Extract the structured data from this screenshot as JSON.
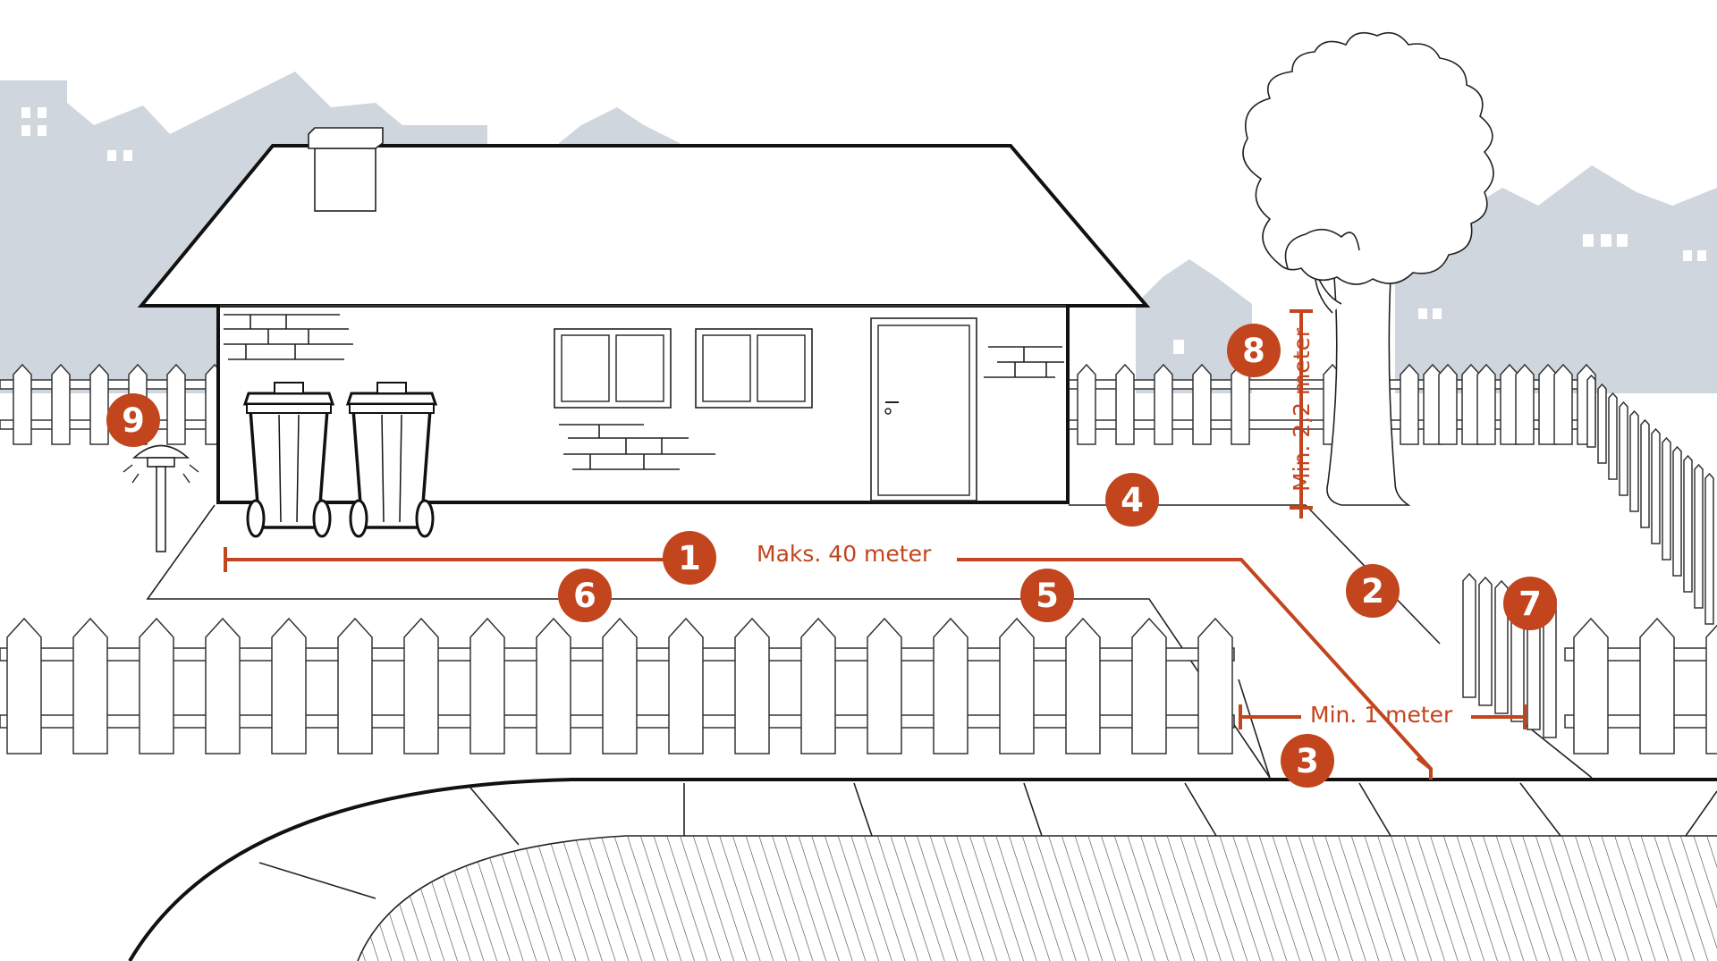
{
  "colors": {
    "accent": "#c2451e",
    "background_buildings": "#cfd6de",
    "line": "#222222"
  },
  "markers": [
    {
      "number": "1",
      "item": "distance-to-road"
    },
    {
      "number": "2",
      "item": "access-path"
    },
    {
      "number": "3",
      "item": "sidewalk-pickup-point"
    },
    {
      "number": "4",
      "item": "bin-area-edge"
    },
    {
      "number": "5",
      "item": "path-edge"
    },
    {
      "number": "6",
      "item": "walkway"
    },
    {
      "number": "7",
      "item": "gate"
    },
    {
      "number": "8",
      "item": "overhead-clearance"
    },
    {
      "number": "9",
      "item": "lighting"
    }
  ],
  "measurements": {
    "max_distance": "Maks. 40 meter",
    "min_width": "Min. 1 meter",
    "min_height": "Min. 2,2 meter"
  },
  "icons": [
    "house",
    "chimney",
    "waste-bin",
    "tree",
    "lamp-post",
    "picket-fence",
    "gate",
    "sidewalk",
    "road"
  ]
}
